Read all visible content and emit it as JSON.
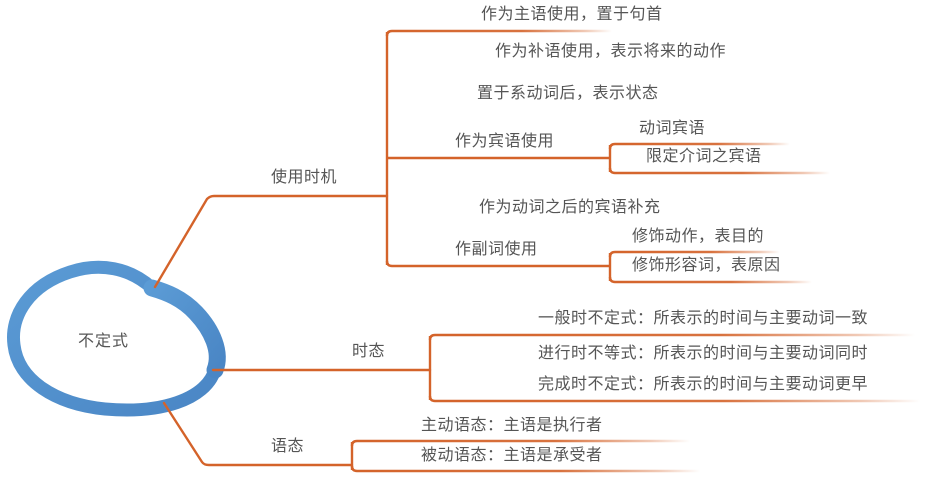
{
  "diagram": {
    "type": "mind-map",
    "title": "不定式",
    "colors": {
      "center_stroke": "#5b9bd5",
      "branch_line": "#d4632a",
      "text": "#555555",
      "background": "#ffffff"
    },
    "center": {
      "label": "不定式"
    },
    "branches": [
      {
        "label": "使用时机",
        "children": [
          {
            "label": "作为主语使用，置于句首",
            "children": []
          },
          {
            "label": "作为补语使用，表示将来的动作",
            "children": []
          },
          {
            "label": "置于系动词后，表示状态",
            "children": []
          },
          {
            "label": "作为宾语使用",
            "children": [
              {
                "label": "动词宾语"
              },
              {
                "label": "限定介词之宾语"
              }
            ]
          },
          {
            "label": "作为动词之后的宾语补充",
            "children": []
          },
          {
            "label": "作副词使用",
            "children": [
              {
                "label": "修饰动作，表目的"
              },
              {
                "label": "修饰形容词，表原因"
              }
            ]
          }
        ]
      },
      {
        "label": "时态",
        "children": [
          {
            "label": "一般时不定式：所表示的时间与主要动词一致",
            "children": []
          },
          {
            "label": "进行时不等式：所表示的时间与主要动词同时",
            "children": []
          },
          {
            "label": "完成时不定式：所表示的时间与主要动词更早",
            "children": []
          }
        ]
      },
      {
        "label": "语态",
        "children": [
          {
            "label": "主动语态：主语是执行者",
            "children": []
          },
          {
            "label": "被动语态：主语是承受者",
            "children": []
          }
        ]
      }
    ]
  }
}
